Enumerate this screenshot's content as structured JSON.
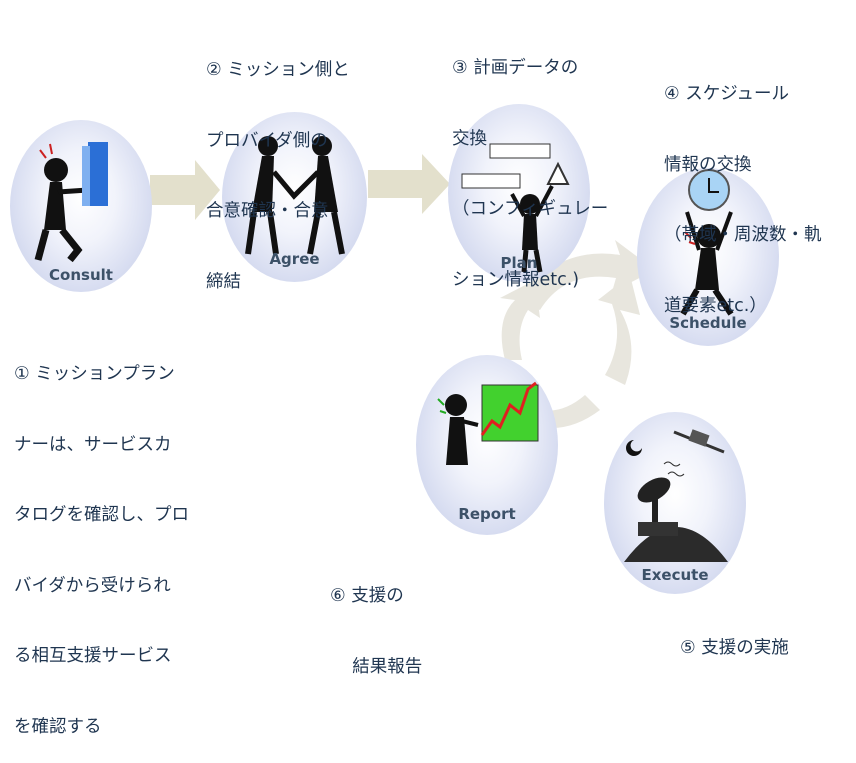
{
  "steps": {
    "consult": {
      "caption": "Consult",
      "lines": [
        "① ミッションプラン",
        "ナーは、サービスカ",
        "タログを確認し、プロ",
        "バイダから受けられ",
        "る相互支援サービス",
        "を確認する"
      ]
    },
    "agree": {
      "caption": "Agree",
      "lines": [
        "② ミッション側と",
        "プロバイダ側の",
        "合意確認・合意",
        "締結"
      ]
    },
    "plan": {
      "caption": "Plan",
      "lines": [
        "③ 計画データの",
        "交換",
        "（コンフィギュレー",
        "ション情報etc.)"
      ]
    },
    "schedule": {
      "caption": "Schedule",
      "lines": [
        "④ スケジュール",
        "情報の交換",
        "（帯域・周波数・軌",
        "道要素etc.）"
      ]
    },
    "execute": {
      "caption": "Execute",
      "lines": [
        "⑤ 支援の実施"
      ]
    },
    "report": {
      "caption": "Report",
      "lines": [
        "⑥ 支援の",
        "    結果報告"
      ]
    }
  },
  "colors": {
    "label_text": "#1f3550",
    "arrow": "#e3e0cc",
    "cycle_arrow": "#e8e6de",
    "oval_edge": "#c3cbe6"
  }
}
